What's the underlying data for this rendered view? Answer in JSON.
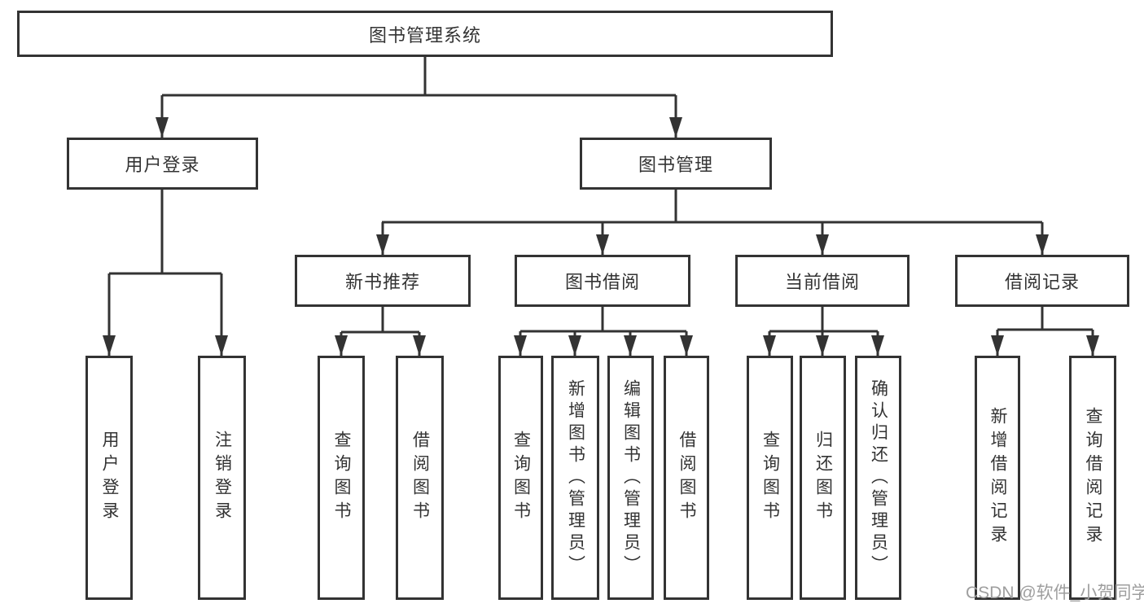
{
  "tree": {
    "root": {
      "label": "图书管理系统"
    },
    "branches": [
      {
        "label": "用户登录",
        "children": [
          {
            "label": "用户登录"
          },
          {
            "label": "注销登录"
          }
        ]
      },
      {
        "label": "图书管理",
        "children": [
          {
            "label": "新书推荐",
            "children": [
              {
                "label": "查询图书"
              },
              {
                "label": "借阅图书"
              }
            ]
          },
          {
            "label": "图书借阅",
            "children": [
              {
                "label": "查询图书"
              },
              {
                "label": "新增图书（管理员）"
              },
              {
                "label": "编辑图书（管理员）"
              },
              {
                "label": "借阅图书"
              }
            ]
          },
          {
            "label": "当前借阅",
            "children": [
              {
                "label": "查询图书"
              },
              {
                "label": "归还图书"
              },
              {
                "label": "确认归还（管理员）"
              }
            ]
          },
          {
            "label": "借阅记录",
            "children": [
              {
                "label": "新增借阅记录"
              },
              {
                "label": "查询借阅记录"
              }
            ]
          }
        ]
      }
    ]
  },
  "watermark": {
    "text": "CSDN @软件_小贺同学"
  },
  "colors": {
    "line": "#333333",
    "box_border": "#333333",
    "box_fill": "#ffffff",
    "text": "#333333",
    "watermark": "#9e9e9e",
    "background": "#ffffff"
  }
}
